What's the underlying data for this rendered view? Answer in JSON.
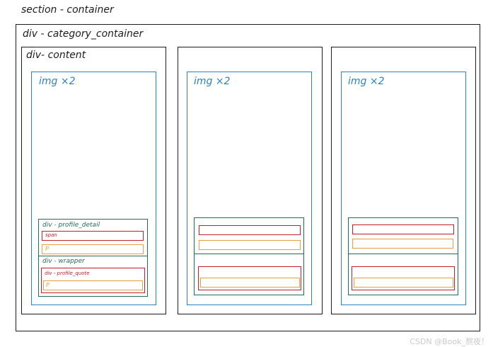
{
  "labels": {
    "section": "section - container",
    "category": "div - category_container",
    "content": "div- content",
    "img": "img ×2",
    "profile_detail": "div - profile_detail",
    "span": "span",
    "p": "P",
    "wrapper": "div - wrapper",
    "profile_quote": "div - profile_quote"
  },
  "watermark": "CSDN @Book_熬夜！",
  "colors": {
    "outline": "#1c1c1c",
    "image": "#2b82c4",
    "profile": "#1f6e5b",
    "span": "#c8202a",
    "paragraph": "#e5a23c"
  }
}
